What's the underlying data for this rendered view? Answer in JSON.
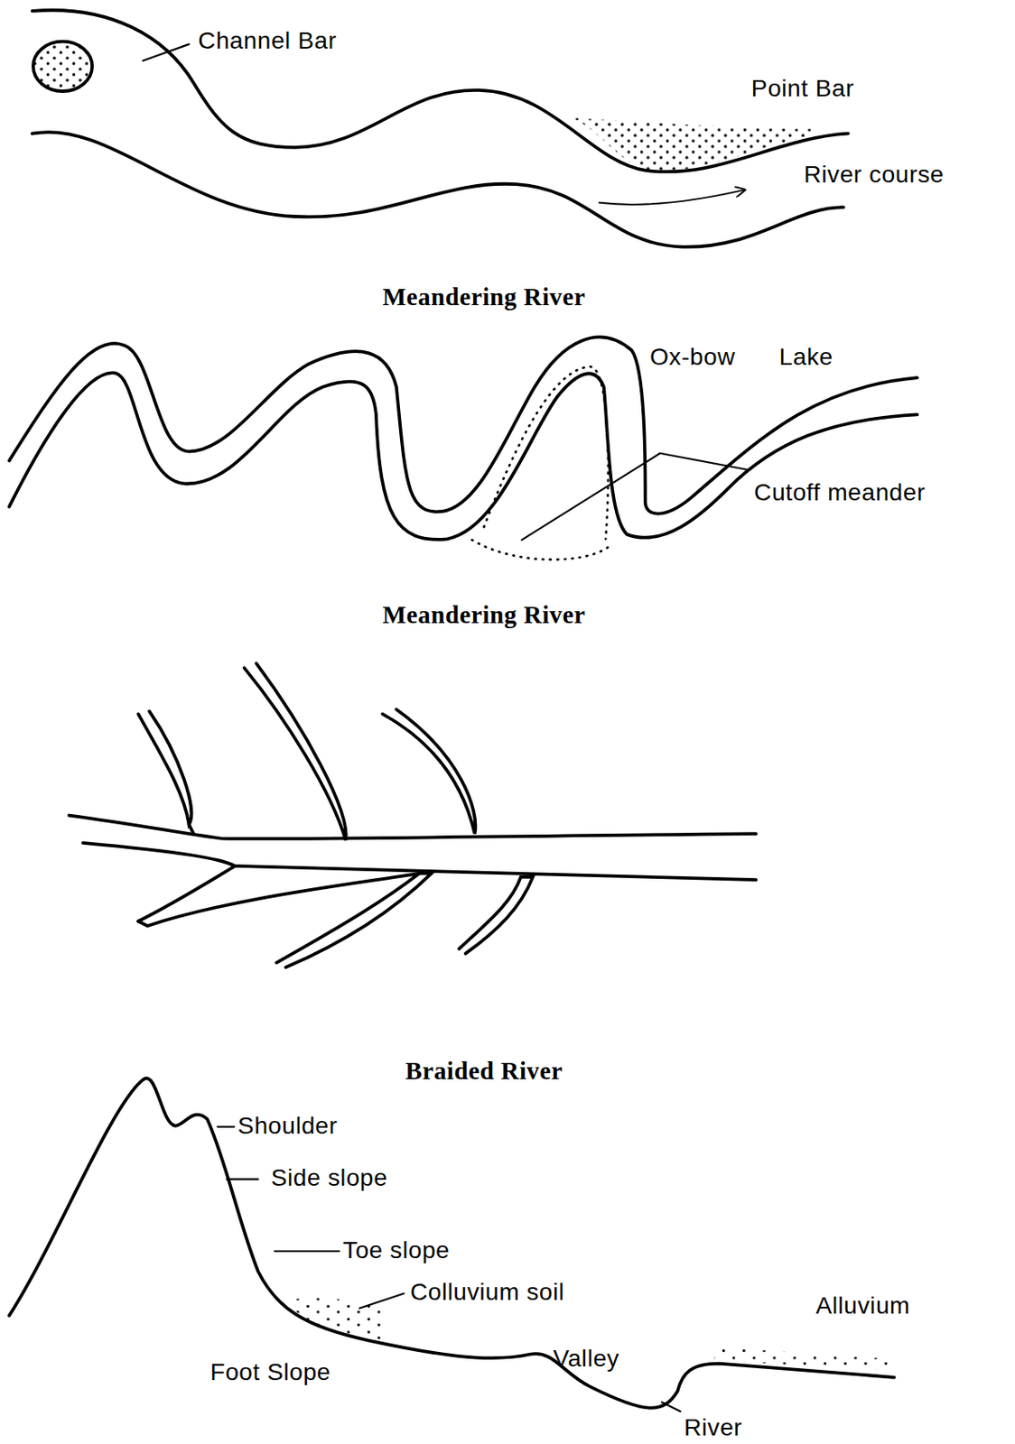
{
  "diagram": {
    "labels": [
      "Channel Bar",
      "Point Bar",
      "River course",
      "Meandering River",
      "Ox-bow Lake",
      "Cutoff meander",
      "Meandering River",
      "Braided River",
      "Shoulder",
      "Side slope",
      "Toe slope",
      "Colluvium soil",
      "Alluvium",
      "Foot Slope",
      "Valley",
      "River"
    ]
  }
}
